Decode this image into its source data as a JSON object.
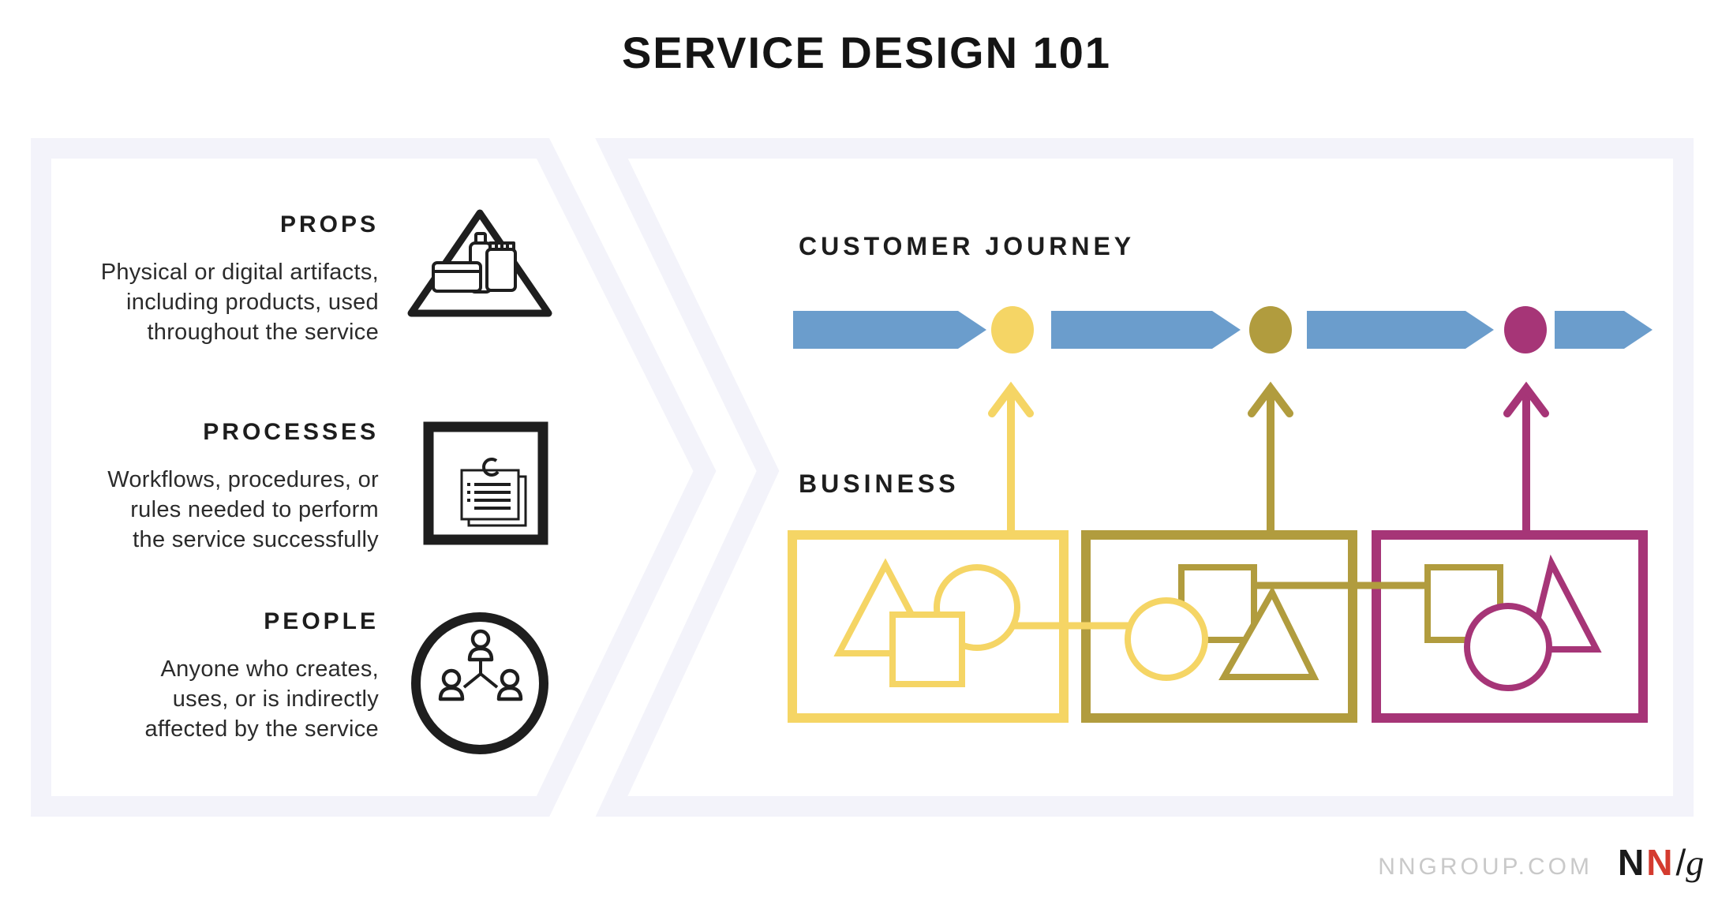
{
  "title": "SERVICE DESIGN 101",
  "colors": {
    "panel_border": "#f3f3fa",
    "icon_black": "#1e1e1e",
    "journey_blue": "#6b9dcc",
    "stage1_yellow": "#f5d565",
    "stage2_olive": "#b19c3e",
    "stage3_magenta": "#a63577",
    "logo_gray": "#c9c9c9",
    "logo_red": "#d43b2f"
  },
  "legend": {
    "items": [
      {
        "label": "PROPS",
        "icon": "triangle-props-icon",
        "lines": [
          "Physical or digital artifacts,",
          "including products, used",
          "throughout the service"
        ]
      },
      {
        "label": "PROCESSES",
        "icon": "square-processes-icon",
        "lines": [
          "Workflows, procedures, or",
          "rules needed to perform",
          "the service successfully"
        ]
      },
      {
        "label": "PEOPLE",
        "icon": "circle-people-icon",
        "lines": [
          "Anyone who creates,",
          "uses, or is indirectly",
          "affected by the service"
        ]
      }
    ]
  },
  "journey": {
    "label": "CUSTOMER JOURNEY",
    "arrow_color": "#6b9dcc",
    "touchpoints": [
      {
        "color": "#f5d565"
      },
      {
        "color": "#b19c3e"
      },
      {
        "color": "#a63577"
      }
    ]
  },
  "business": {
    "label": "BUSINESS",
    "stages": [
      {
        "color": "#f5d565",
        "shapes": [
          "triangle",
          "circle",
          "square"
        ]
      },
      {
        "color": "#b19c3e",
        "carryover_color": "#f5d565",
        "shapes": [
          "circle",
          "square",
          "triangle"
        ]
      },
      {
        "color": "#a63577",
        "carryover_color": "#b19c3e",
        "shapes": [
          "square",
          "circle",
          "triangle"
        ]
      }
    ]
  },
  "footer": {
    "website": "NNGROUP.COM",
    "logo": {
      "n_black": "N",
      "n_red": "N",
      "slash": "/",
      "g": "g"
    }
  }
}
